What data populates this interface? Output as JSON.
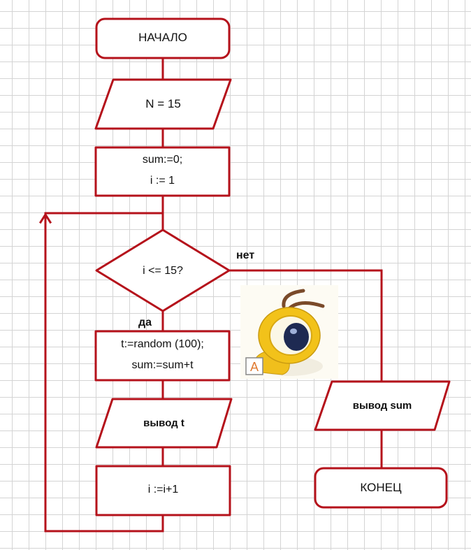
{
  "flowchart": {
    "start": {
      "label": "НАЧАЛО"
    },
    "input_n": {
      "label": "N = 15"
    },
    "init": {
      "line1": "sum:=0;",
      "line2": "i := 1"
    },
    "condition": {
      "label": "i <= 15?"
    },
    "branch_yes": {
      "label": "да"
    },
    "branch_no": {
      "label": "нет"
    },
    "body": {
      "line1": "t:=random (100);",
      "line2": "sum:=sum+t"
    },
    "output_t": {
      "label": "вывод t"
    },
    "increment": {
      "label": "i :=i+1"
    },
    "output_sum": {
      "label": "вывод sum"
    },
    "end": {
      "label": "КОНЕЦ"
    }
  },
  "mascot": {
    "badge_letter": "A"
  },
  "colors": {
    "stroke": "#b5121b",
    "grid": "#d4d4d4",
    "mascot_yellow": "#f2c21a"
  }
}
